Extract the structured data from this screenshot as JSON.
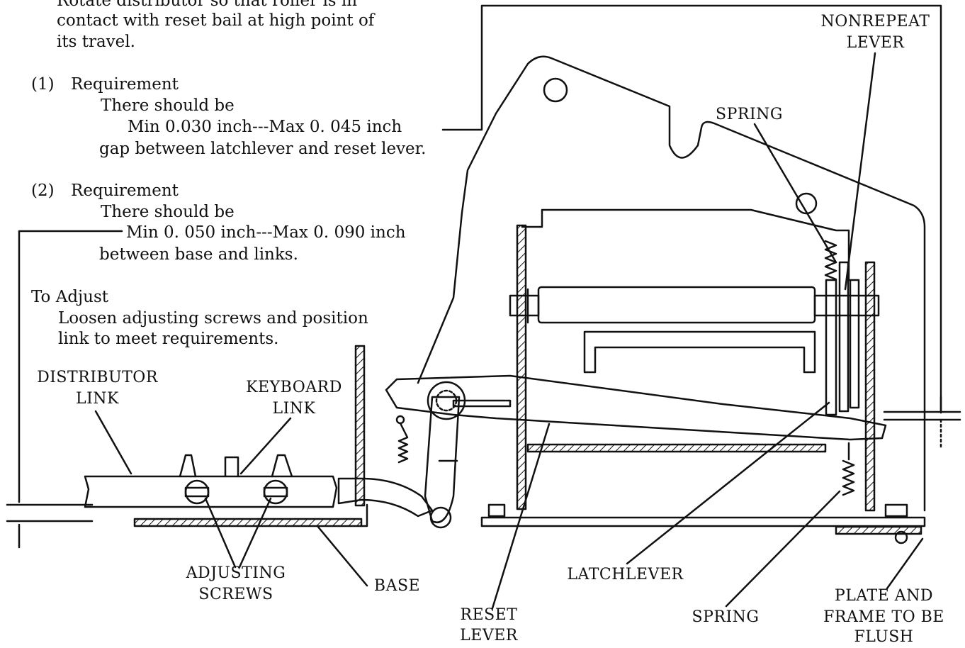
{
  "intro": {
    "line1": "Rotate distributor so that roller is in",
    "line2": "contact with reset bail at high point of",
    "line3": "its travel."
  },
  "req1": {
    "number": "(1)",
    "heading": "Requirement",
    "line1": "There should be",
    "line2": "Min 0.030 inch---Max 0. 045 inch",
    "line3": "gap between latchlever and reset lever."
  },
  "req2": {
    "number": "(2)",
    "heading": "Requirement",
    "line1": "There should be",
    "line2": "Min 0. 050 inch---Max 0. 090 inch",
    "line3": "between base and links."
  },
  "adjust": {
    "heading": "To Adjust",
    "line1": "Loosen adjusting screws and position",
    "line2": "link to meet requirements."
  },
  "labels": {
    "nonrepeat_lever_1": "NONREPEAT",
    "nonrepeat_lever_2": "LEVER",
    "spring_top": "SPRING",
    "distributor_link_1": "DISTRIBUTOR",
    "distributor_link_2": "LINK",
    "keyboard_link_1": "KEYBOARD",
    "keyboard_link_2": "LINK",
    "adjusting_screws_1": "ADJUSTING",
    "adjusting_screws_2": "SCREWS",
    "base": "BASE",
    "reset_lever_1": "RESET",
    "reset_lever_2": "LEVER",
    "latchlever": "LATCHLEVER",
    "spring_bottom": "SPRING",
    "plate_frame_1": "PLATE AND",
    "plate_frame_2": "FRAME TO BE",
    "plate_frame_3": "FLUSH"
  }
}
